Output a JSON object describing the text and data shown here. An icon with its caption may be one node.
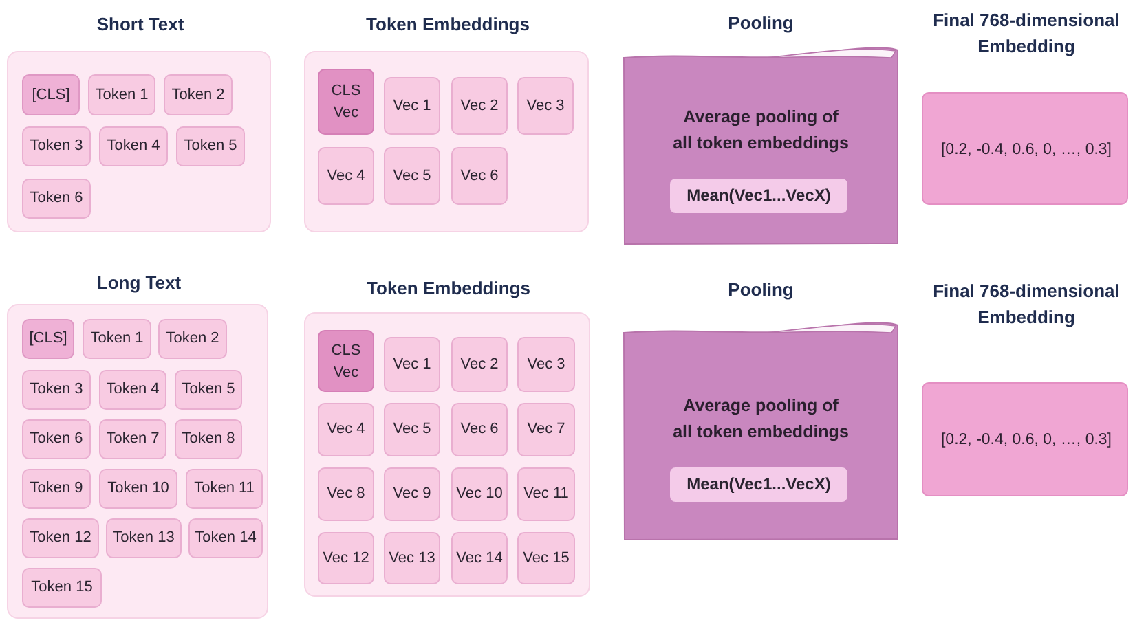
{
  "diagram": {
    "nodes": [
      {
        "text": [
          "Short Text"
        ]
      },
      {
        "text": [
          "[CLS]"
        ],
        "in": 0
      },
      {
        "text": [
          "Token 1"
        ],
        "in": 0
      },
      {
        "text": [
          "Token 2"
        ],
        "in": 0
      },
      {
        "text": [
          "Token 3"
        ],
        "in": 0
      },
      {
        "text": [
          "Token 4"
        ],
        "in": 0
      },
      {
        "text": [
          "Token 5"
        ],
        "in": 0
      },
      {
        "text": [
          "Token 6"
        ],
        "in": 0
      },
      {
        "text": [
          "Token Embeddings"
        ]
      },
      {
        "text": [
          "CLS Vec"
        ],
        "in": 8
      },
      {
        "text": [
          "Vec 1"
        ],
        "in": 8
      },
      {
        "text": [
          "Vec 2"
        ],
        "in": 8
      },
      {
        "text": [
          "Vec 3"
        ],
        "in": 8
      },
      {
        "text": [
          "Vec 4"
        ],
        "in": 8
      },
      {
        "text": [
          "Vec 5"
        ],
        "in": 8
      },
      {
        "text": [
          "Vec 6"
        ],
        "in": 8
      },
      {
        "text": [
          "Pooling",
          "Average pooling of all token embeddings"
        ]
      },
      {
        "text": [
          "Mean(Vec1...VecX)"
        ],
        "in": 16
      },
      {
        "text": [
          "Final 768-dimensional Embedding",
          "[0.2, -0.4, 0.6, 0, …, 0.3]"
        ]
      },
      {
        "text": [
          "Long Text"
        ]
      },
      {
        "text": [
          "[CLS]"
        ],
        "in": 19
      },
      {
        "text": [
          "Token 1"
        ],
        "in": 19
      },
      {
        "text": [
          "Token 2"
        ],
        "in": 19
      },
      {
        "text": [
          "Token 3"
        ],
        "in": 19
      },
      {
        "text": [
          "Token 4"
        ],
        "in": 19
      },
      {
        "text": [
          "Token 5"
        ],
        "in": 19
      },
      {
        "text": [
          "Token 6"
        ],
        "in": 19
      },
      {
        "text": [
          "Token 7"
        ],
        "in": 19
      },
      {
        "text": [
          "Token 8"
        ],
        "in": 19
      },
      {
        "text": [
          "Token 9"
        ],
        "in": 19
      },
      {
        "text": [
          "Token 10"
        ],
        "in": 19
      },
      {
        "text": [
          "Token 11"
        ],
        "in": 19
      },
      {
        "text": [
          "Token 12"
        ],
        "in": 19
      },
      {
        "text": [
          "Token 13"
        ],
        "in": 19
      },
      {
        "text": [
          "Token 14"
        ],
        "in": 19
      },
      {
        "text": [
          "Token 15"
        ],
        "in": 19
      },
      {
        "text": [
          "Token Embeddings"
        ]
      },
      {
        "text": [
          "CLS Vec"
        ],
        "in": 36
      },
      {
        "text": [
          "Vec 1"
        ],
        "in": 36
      },
      {
        "text": [
          "Vec 2"
        ],
        "in": 36
      },
      {
        "text": [
          "Vec 3"
        ],
        "in": 36
      },
      {
        "text": [
          "Vec 4"
        ],
        "in": 36
      },
      {
        "text": [
          "Vec 5"
        ],
        "in": 36
      },
      {
        "text": [
          "Vec 6"
        ],
        "in": 36
      },
      {
        "text": [
          "Vec 7"
        ],
        "in": 36
      },
      {
        "text": [
          "Vec 8"
        ],
        "in": 36
      },
      {
        "text": [
          "Vec 9"
        ],
        "in": 36
      },
      {
        "text": [
          "Vec 10"
        ],
        "in": 36
      },
      {
        "text": [
          "Vec 11"
        ],
        "in": 36
      },
      {
        "text": [
          "Vec 12"
        ],
        "in": 36
      },
      {
        "text": [
          "Vec 13"
        ],
        "in": 36
      },
      {
        "text": [
          "Vec 14"
        ],
        "in": 36
      },
      {
        "text": [
          "Vec 15"
        ],
        "in": 36
      },
      {
        "text": [
          "Pooling",
          "Average pooling of all token embeddings"
        ]
      },
      {
        "text": [
          "Mean(Vec1...VecX)"
        ],
        "in": 53
      },
      {
        "text": [
          "Final 768-dimensional Embedding",
          "[0.2, -0.4, 0.6, 0, …, 0.3]"
        ]
      }
    ]
  }
}
